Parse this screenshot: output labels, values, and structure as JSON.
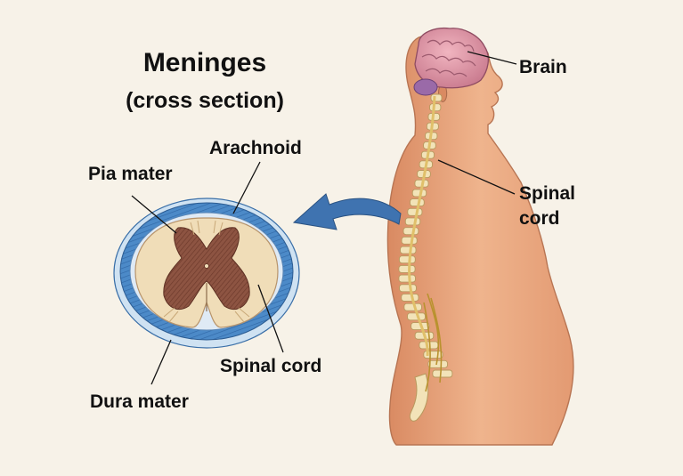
{
  "title": "Meninges",
  "subtitle": "(cross section)",
  "labels": {
    "arachnoid": "Arachnoid",
    "pia_mater": "Pia mater",
    "spinal_cord_section": "Spinal cord",
    "dura_mater": "Dura mater",
    "brain": "Brain",
    "spinal_cord_line1": "Spinal",
    "spinal_cord_line2": "cord"
  },
  "colors": {
    "background": "#f7f2e8",
    "dura_blue": "#4a86c4",
    "arrow_blue": "#3f73b0",
    "grey_matter": "#8a4f3e",
    "white_matter": "#efdcb9",
    "skin": "#e9a77f",
    "brain": "#d88fa0",
    "vertebra": "#f2e3b8"
  }
}
